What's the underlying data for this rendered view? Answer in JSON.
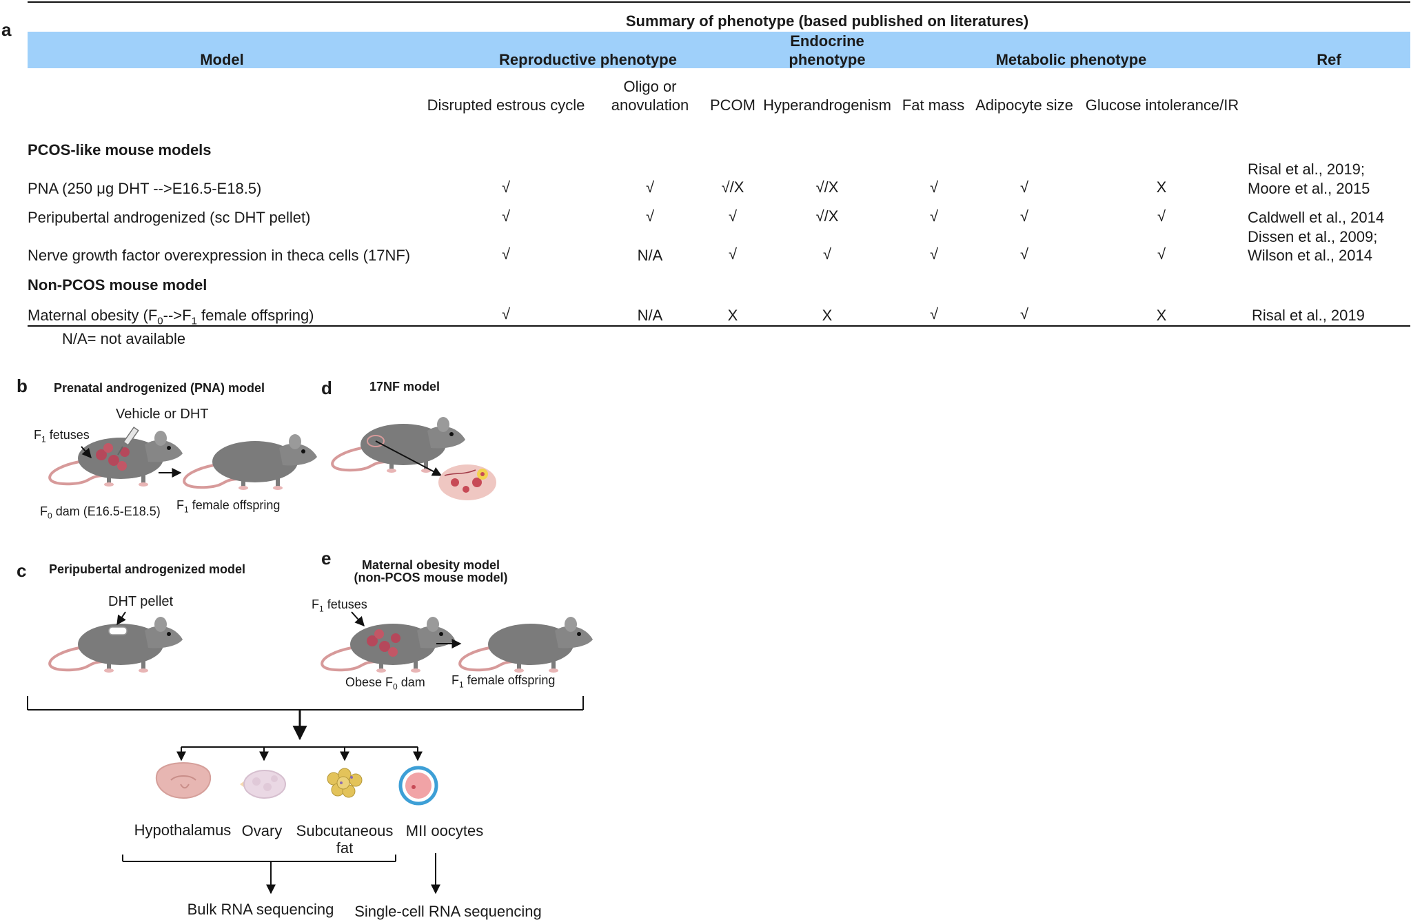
{
  "panel_a": {
    "letter": "a",
    "summary_title": "Summary of phenotype (based published on literatures)",
    "header_groups": {
      "model": "Model",
      "reproductive": "Reproductive phenotype",
      "endocrine_1": "Endocrine",
      "endocrine_2": "phenotype",
      "metabolic": "Metabolic phenotype",
      "ref": "Ref"
    },
    "subheaders": {
      "estrous": "Disrupted estrous cycle",
      "oligo_1": "Oligo or",
      "oligo_2": "anovulation",
      "pcom": "PCOM",
      "hyperandrogenism": "Hyperandrogenism",
      "fat_mass": "Fat mass",
      "adipocyte": "Adipocyte size",
      "glucose": "Glucose intolerance/IR"
    },
    "section_pcos": "PCOS-like mouse models",
    "section_non_pcos": "Non-PCOS mouse model",
    "rows": [
      {
        "model": "PNA (250 μg DHT -->E16.5-E18.5)",
        "estrous": "√",
        "oligo": "√",
        "pcom": "√/X",
        "hyper": "√/X",
        "fat": "√",
        "adipocyte": "√",
        "glucose": "X",
        "ref_1": "Risal et al., 2019;",
        "ref_2": "Moore et al., 2015"
      },
      {
        "model": "Peripubertal androgenized (sc DHT pellet)",
        "estrous": "√",
        "oligo": "√",
        "pcom": "√",
        "hyper": "√/X",
        "fat": "√",
        "adipocyte": "√",
        "glucose": "√",
        "ref_1": "Caldwell et al., 2014",
        "ref_2": ""
      },
      {
        "model": "Nerve growth factor overexpression in theca cells (17NF)",
        "estrous": "√",
        "oligo": "N/A",
        "pcom": "√",
        "hyper": "√",
        "fat": "√",
        "adipocyte": "√",
        "glucose": "√",
        "ref_1": "Dissen et al., 2009;",
        "ref_2": "Wilson et al., 2014"
      },
      {
        "model_prefix": "Maternal obesity (F",
        "model_sub0": "0",
        "model_mid": "-->F",
        "model_sub1": "1",
        "model_suffix": " female offspring)",
        "estrous": "√",
        "oligo": "N/A",
        "pcom": "X",
        "hyper": "X",
        "fat": "√",
        "adipocyte": "√",
        "glucose": "X",
        "ref_1": "Risal et al., 2019",
        "ref_2": ""
      }
    ],
    "footnote": "N/A= not available"
  },
  "panel_b": {
    "letter": "b",
    "title": "Prenatal androgenized (PNA) model",
    "vehicle": "Vehicle or DHT",
    "fetuses_prefix": "F",
    "fetuses_sub": "1",
    "fetuses_suffix": " fetuses",
    "dam_prefix": "F",
    "dam_sub": "0",
    "dam_suffix": " dam (E16.5-E18.5)",
    "offspring_prefix": "F",
    "offspring_sub": "1",
    "offspring_suffix": "  female offspring"
  },
  "panel_c": {
    "letter": "c",
    "title": "Peripubertal androgenized  model",
    "pellet": "DHT pellet"
  },
  "panel_d": {
    "letter": "d",
    "title": "17NF  model"
  },
  "panel_e": {
    "letter": "e",
    "title_1": "Maternal  obesity  model",
    "title_2": "(non-PCOS mouse model)",
    "fetuses_prefix": "F",
    "fetuses_sub": "1",
    "fetuses_suffix": " fetuses",
    "dam_prefix": "Obese F",
    "dam_sub": "0",
    "dam_suffix": " dam",
    "offspring_prefix": "F",
    "offspring_sub": "1",
    "offspring_suffix": "  female offspring"
  },
  "tissues": {
    "hypothalamus": "Hypothalamus",
    "ovary": "Ovary",
    "fat_1": "Subcutaneous",
    "fat_2": "fat",
    "oocytes": "MII oocytes"
  },
  "assays": {
    "bulk": "Bulk RNA sequencing",
    "single_cell": "Single-cell RNA sequencing"
  },
  "colors": {
    "header_band": "#9fd0fa",
    "mouse_body": "#7b7b7b",
    "mouse_tail": "#d79a9a",
    "fetus": "#b5485b",
    "brain": "#e7b6b2",
    "ovary": "#ead8e4",
    "fat": "#e3c35a",
    "oocyte_ring": "#3d9fd6",
    "oocyte_cell": "#f1a3a6"
  }
}
